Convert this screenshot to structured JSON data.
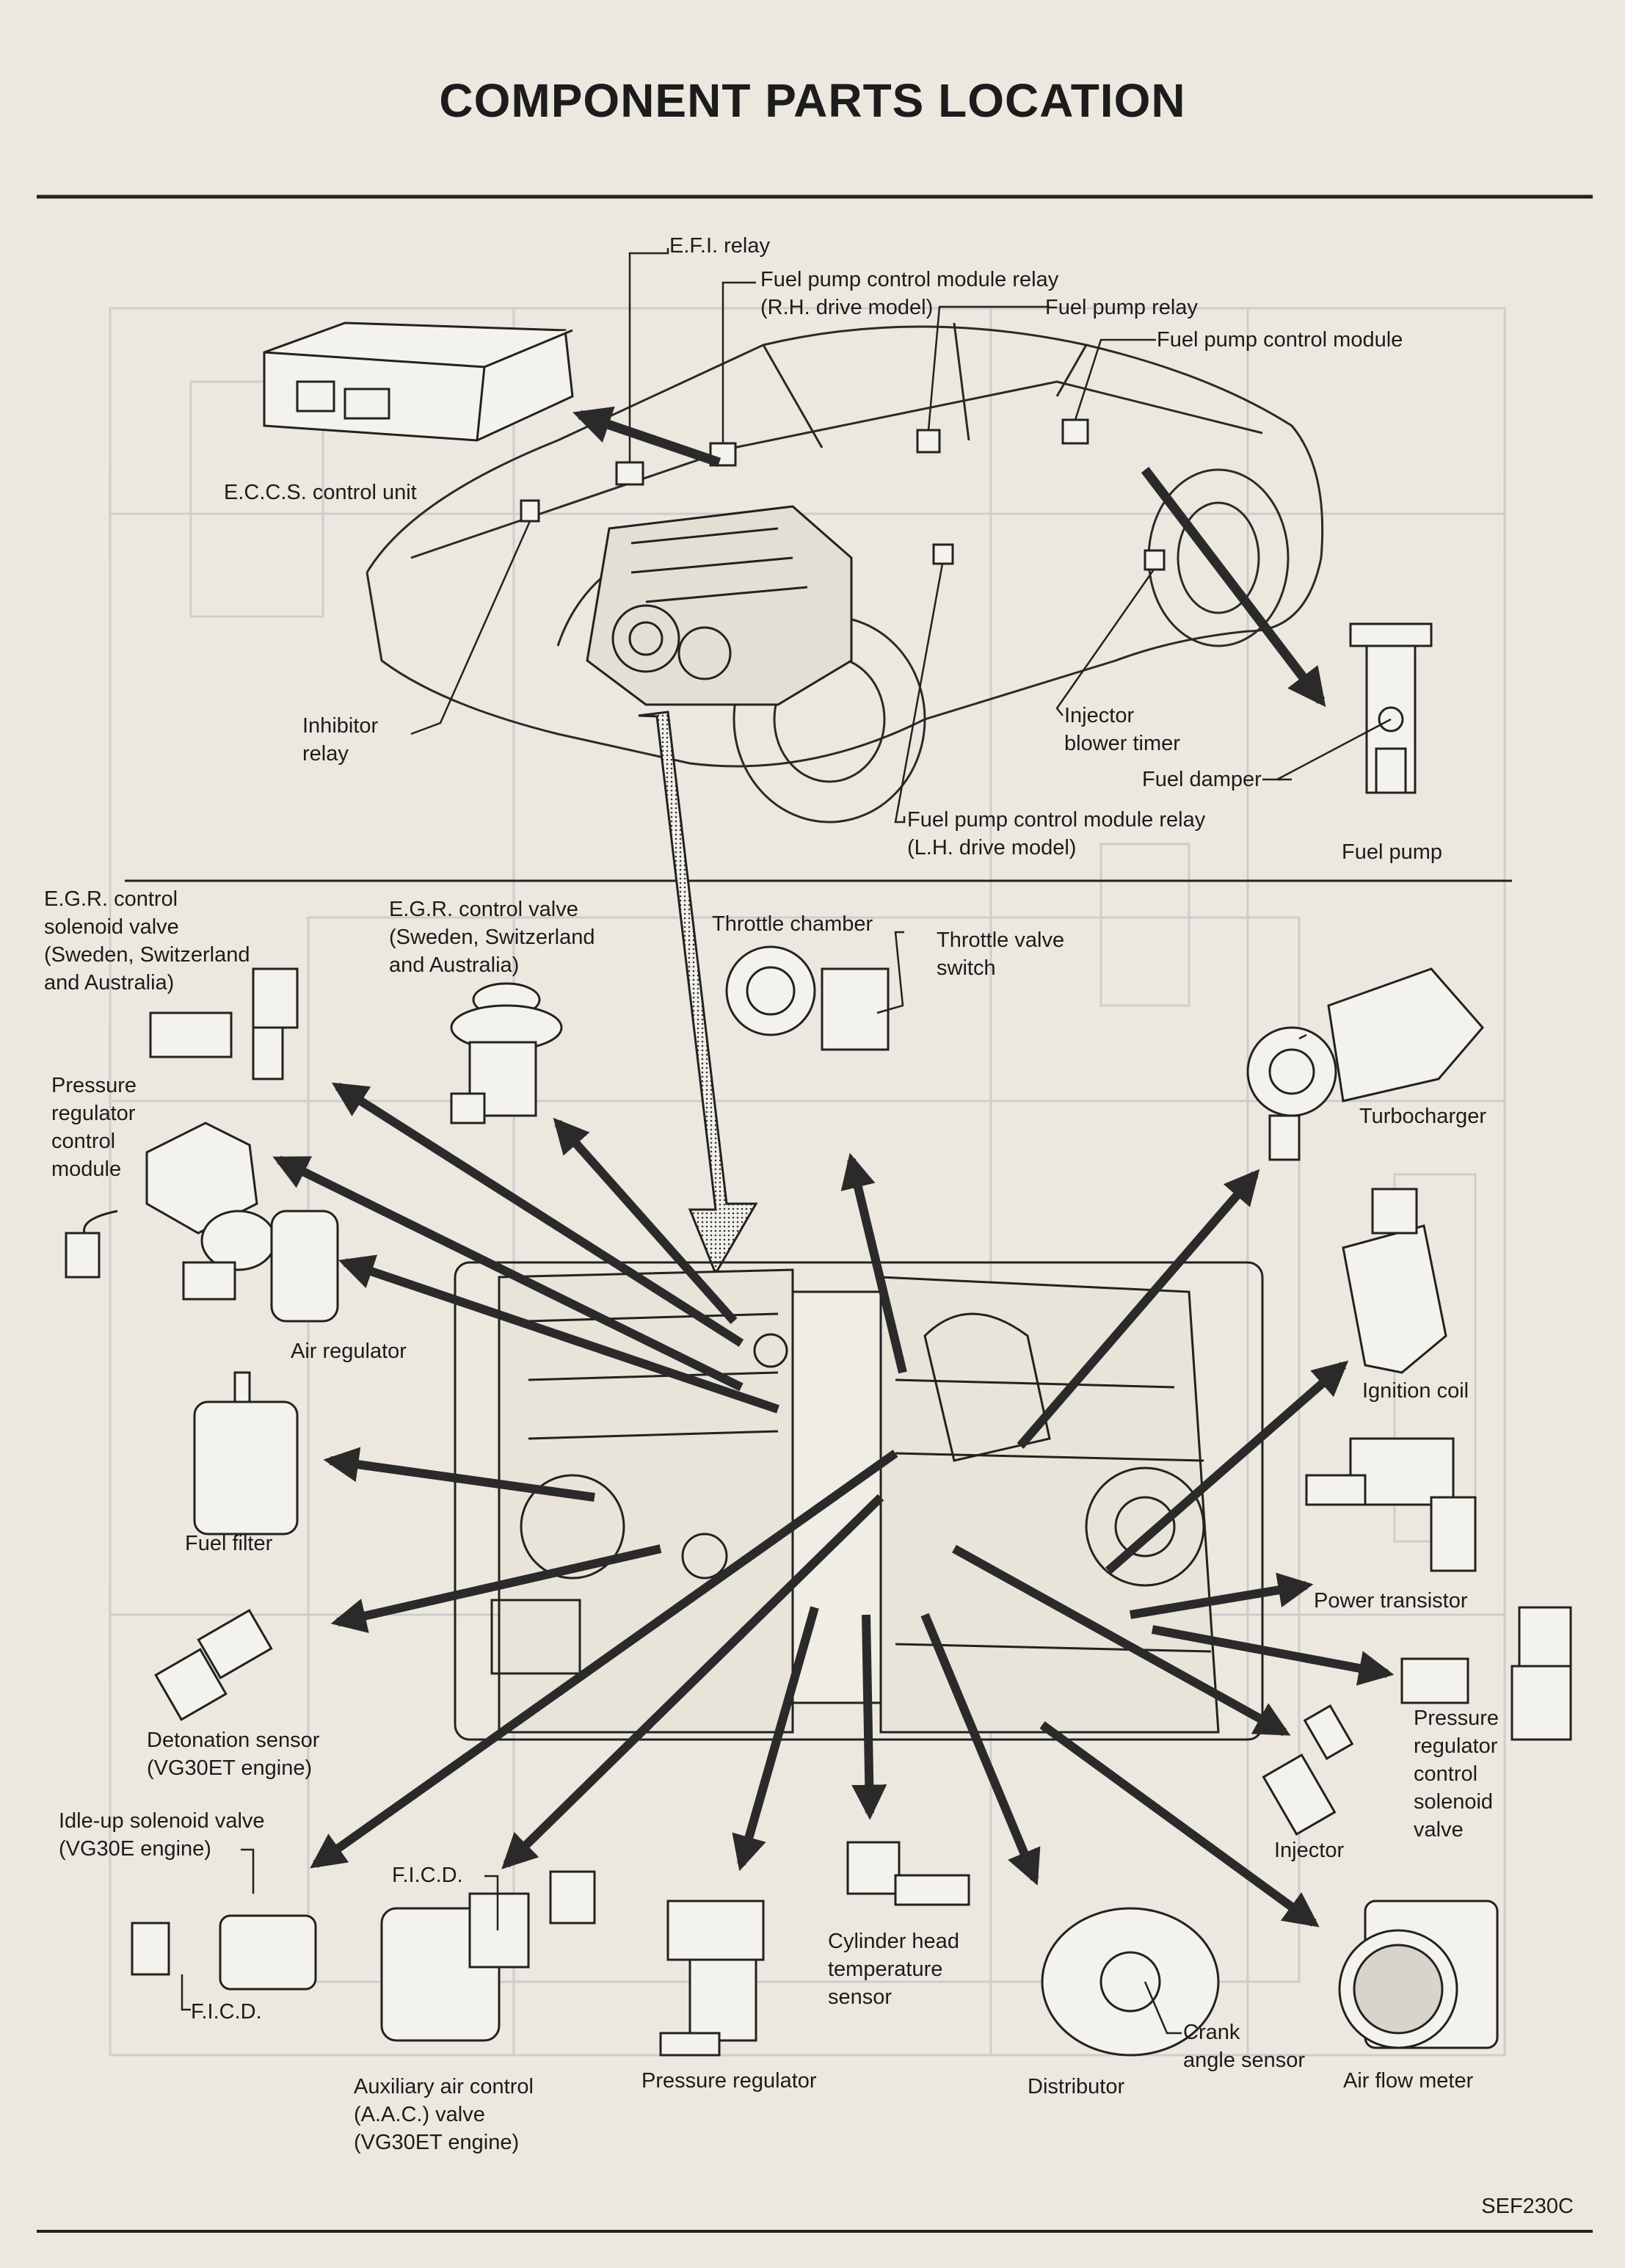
{
  "title": "COMPONENT PARTS LOCATION",
  "figure_code": "SEF230C",
  "labels": {
    "efi_relay": "E.F.I. relay",
    "fp_ctrl_relay_rh": "Fuel pump control module relay\n(R.H. drive model)",
    "fuel_pump_relay": "Fuel pump relay",
    "fp_ctrl_module": "Fuel pump control module",
    "eccs_unit": "E.C.C.S. control unit",
    "inhibitor_relay": "Inhibitor\nrelay",
    "injector_blower_timer": "Injector\nblower timer",
    "fuel_damper": "Fuel damper",
    "fuel_pump": "Fuel pump",
    "fp_ctrl_relay_lh": "Fuel pump control module relay\n(L.H. drive model)",
    "egr_solenoid": "E.G.R. control\nsolenoid valve\n(Sweden, Switzerland\nand Australia)",
    "egr_valve": "E.G.R. control valve\n(Sweden, Switzerland\nand Australia)",
    "throttle_chamber": "Throttle chamber",
    "throttle_switch": "Throttle valve\nswitch",
    "pr_ctrl_module": "Pressure\nregulator\ncontrol\nmodule",
    "turbocharger": "Turbocharger",
    "air_regulator": "Air regulator",
    "ignition_coil": "Ignition coil",
    "fuel_filter": "Fuel filter",
    "power_transistor": "Power transistor",
    "detonation_sensor": "Detonation sensor\n(VG30ET engine)",
    "pr_ctrl_solenoid": "Pressure\nregulator\ncontrol\nsolenoid\nvalve",
    "idle_up_valve": "Idle-up solenoid valve\n(VG30E engine)",
    "ficd_top": "F.I.C.D.",
    "ficd_bottom": "F.I.C.D.",
    "injector": "Injector",
    "cyl_head_sensor": "Cylinder head\ntemperature\nsensor",
    "crank_angle_sensor": "Crank\nangle sensor",
    "aac_valve": "Auxiliary air control\n(A.A.C.) valve\n(VG30ET engine)",
    "pressure_regulator": "Pressure regulator",
    "distributor": "Distributor",
    "air_flow_meter": "Air flow meter"
  }
}
